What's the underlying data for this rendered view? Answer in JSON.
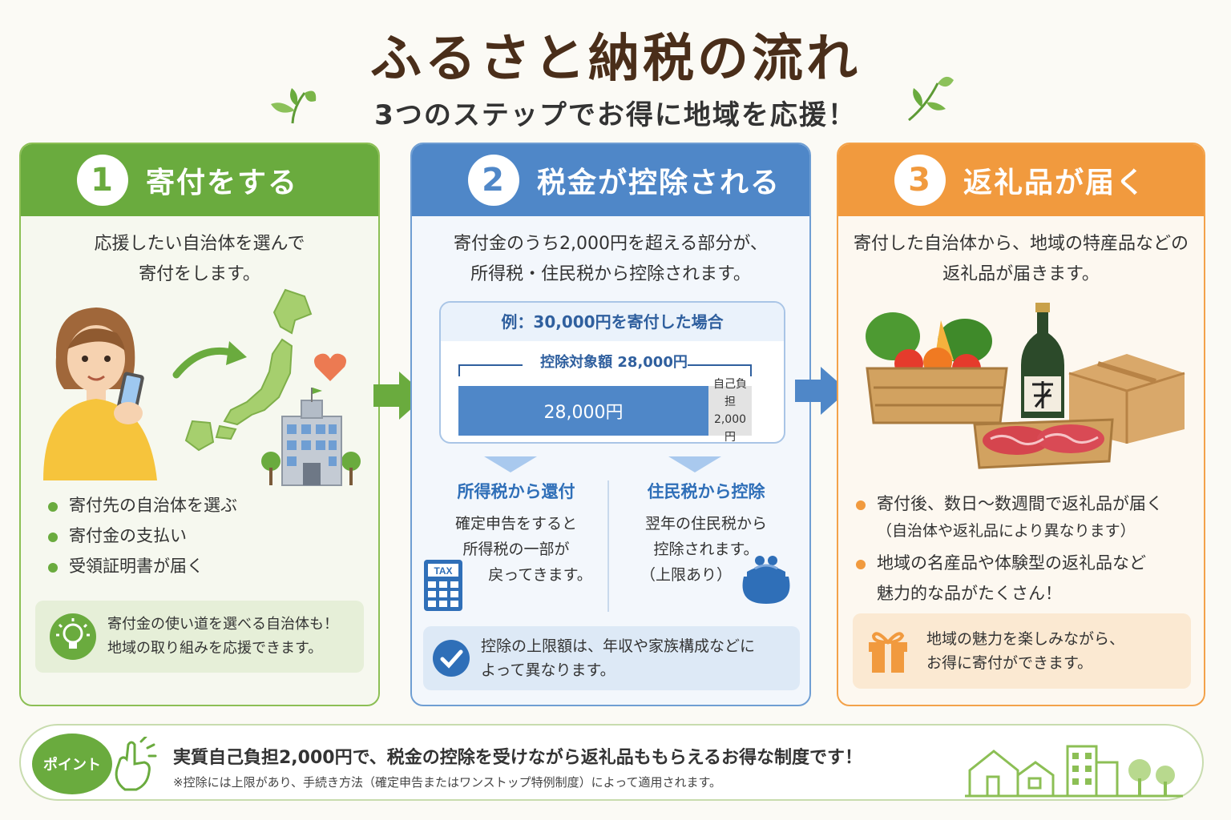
{
  "header": {
    "title": "ふるさと納税の流れ",
    "subtitle": "3つのステップでお得に地域を応援！"
  },
  "steps": [
    {
      "number": "1",
      "title": "寄付をする",
      "desc_lines": [
        "応援したい自治体を選んで",
        "寄付をします。"
      ],
      "bullets": [
        "寄付先の自治体を選ぶ",
        "寄付金の支払い",
        "受領証明書が届く"
      ],
      "tip_lines": [
        "寄付金の使い道を選べる自治体も！",
        "地域の取り組みを応援できます。"
      ]
    },
    {
      "number": "2",
      "title": "税金が控除される",
      "desc_lines": [
        "寄付金のうち2,000円を超える部分が、",
        "所得税・住民税から控除されます。"
      ],
      "example": {
        "title": "例：30,000円を寄付した場合",
        "range_label": "控除対象額 28,000円",
        "deductible": "28,000円",
        "self_label": "自己負担",
        "self_amount": "2,000円"
      },
      "left": {
        "title": "所得税から還付",
        "lines": [
          "確定申告をすると",
          "所得税の一部が",
          "戻ってきます。"
        ],
        "icon_text": "TAX"
      },
      "right": {
        "title": "住民税から控除",
        "lines": [
          "翌年の住民税から",
          "控除されます。",
          "（上限あり）"
        ]
      },
      "tip_lines": [
        "控除の上限額は、年収や家族構成などに",
        "よって異なります。"
      ]
    },
    {
      "number": "3",
      "title": "返礼品が届く",
      "desc_lines": [
        "寄付した自治体から、地域の特産品などの",
        "返礼品が届きます。"
      ],
      "bullets": [
        {
          "main": "寄付後、数日〜数週間で返礼品が届く",
          "sub": "（自治体や返礼品により異なります）"
        },
        {
          "main": "地域の名産品や体験型の返礼品など",
          "sub": "魅力的な品がたくさん！"
        }
      ],
      "tip_lines": [
        "地域の魅力を楽しみながら、",
        "お得に寄付ができます。"
      ]
    }
  ],
  "point": {
    "badge": "ポイント",
    "main": "実質自己負担2,000円で、税金の控除を受けながら返礼品ももらえるお得な制度です！",
    "note": "※控除には上限があり、手続き方法（確定申告またはワンストップ特例制度）によって適用されます。"
  },
  "colors": {
    "green": "#6aab3e",
    "blue": "#4f87c8",
    "orange": "#f19a3e",
    "title_brown": "#4a2e1a"
  }
}
